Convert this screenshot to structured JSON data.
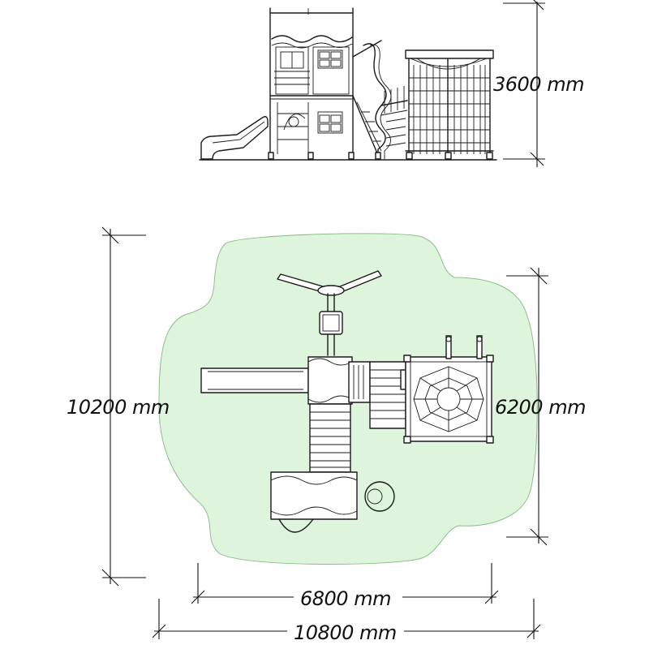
{
  "colors": {
    "safety_zone_fill": "#dff4dd",
    "safety_zone_stroke": "#8bbf8a",
    "line": "#1a1a1a"
  },
  "dimensions": {
    "height": "3600 mm",
    "length": "10200 mm",
    "width_zone": "6200 mm",
    "width_structure": "6800 mm",
    "width_total": "10800 mm"
  }
}
